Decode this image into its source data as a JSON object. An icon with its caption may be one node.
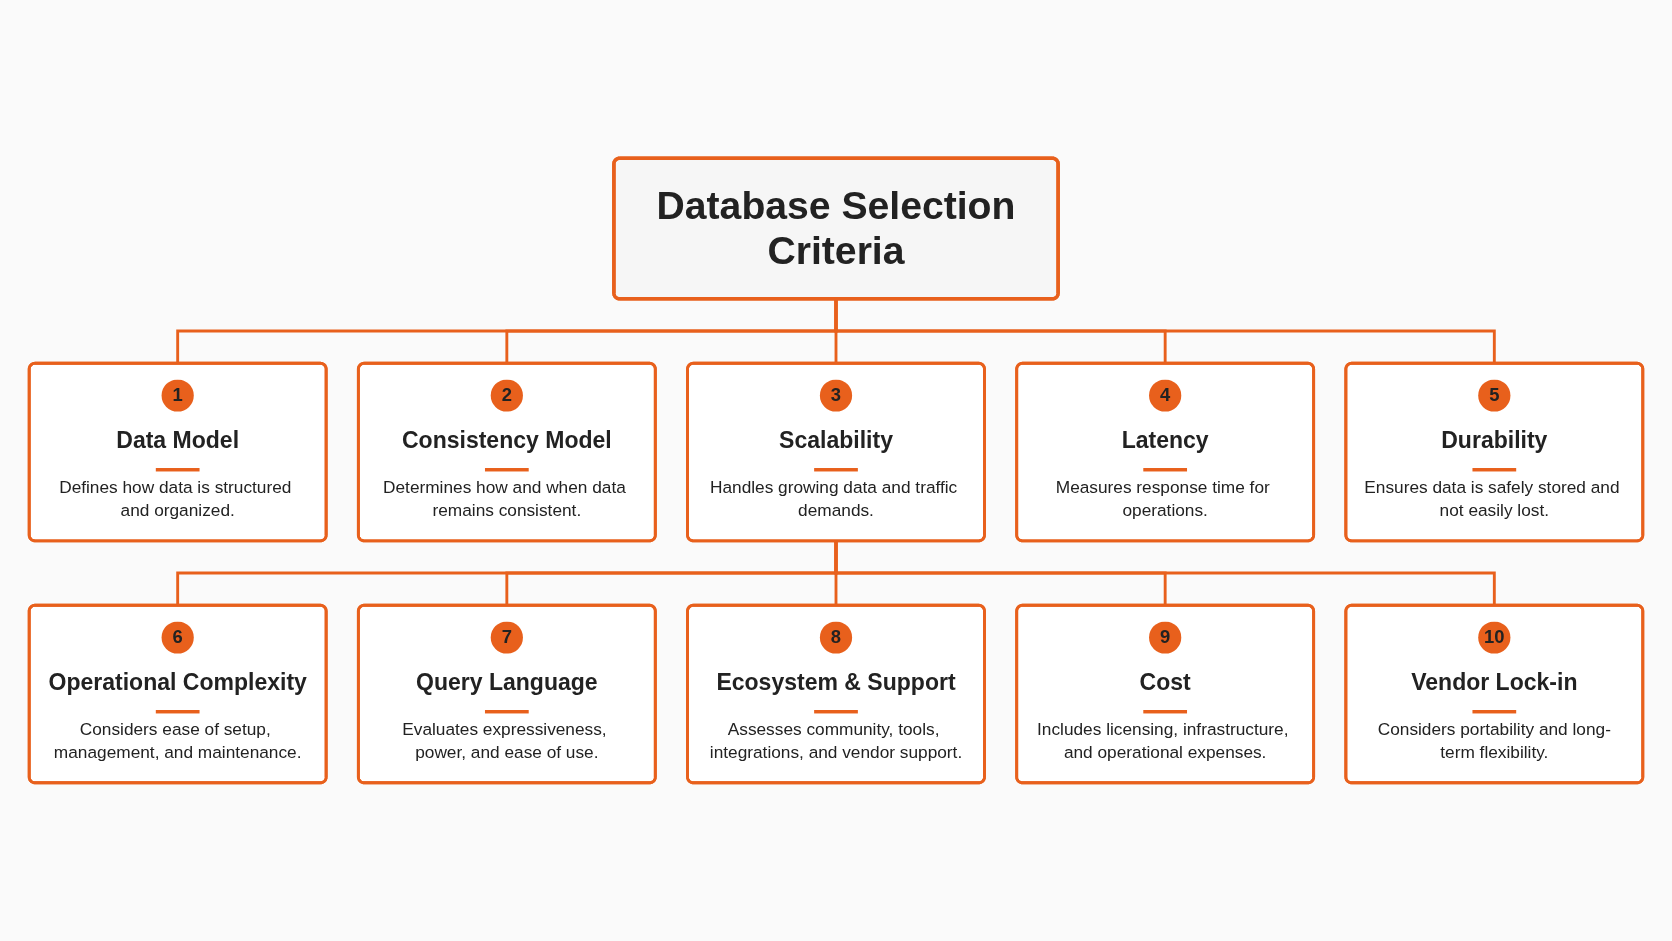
{
  "diagram": {
    "nodes": [
      {
        "text": [
          "Database Selection Criteria"
        ]
      },
      {
        "text": [
          "1",
          "Data Model",
          "Defines how data is structured and organized."
        ]
      },
      {
        "text": [
          "2",
          "Consistency Model",
          "Determines how and when data remains consistent."
        ]
      },
      {
        "text": [
          "3",
          "Scalability",
          "Handles growing data and traffic demands."
        ]
      },
      {
        "text": [
          "4",
          "Latency",
          "Measures response time for operations."
        ]
      },
      {
        "text": [
          "5",
          "Durability",
          "Ensures data is safely stored and not easily lost."
        ]
      },
      {
        "text": [
          "6",
          "Operational Complexity",
          "Considers ease of setup, management, and maintenance."
        ]
      },
      {
        "text": [
          "7",
          "Query Language",
          "Evaluates expressiveness, power, and ease of use."
        ]
      },
      {
        "text": [
          "8",
          "Ecosystem & Support",
          "Assesses community, tools, integrations, and vendor support."
        ]
      },
      {
        "text": [
          "9",
          "Cost",
          "Includes licensing, infrastructure, and operational expenses."
        ]
      },
      {
        "text": [
          "10",
          "Vendor Lock-in",
          "Considers portability and long-term flexibility."
        ]
      }
    ],
    "edges": [
      {
        "from": 0,
        "to": 1,
        "arrow": "none"
      },
      {
        "from": 0,
        "to": 2,
        "arrow": "none"
      },
      {
        "from": 0,
        "to": 3,
        "arrow": "none"
      },
      {
        "from": 0,
        "to": 4,
        "arrow": "none"
      },
      {
        "from": 0,
        "to": 5,
        "arrow": "none"
      },
      {
        "from": 3,
        "to": 6,
        "arrow": "none"
      },
      {
        "from": 3,
        "to": 7,
        "arrow": "none"
      },
      {
        "from": 3,
        "to": 8,
        "arrow": "none"
      },
      {
        "from": 3,
        "to": 9,
        "arrow": "none"
      },
      {
        "from": 3,
        "to": 10,
        "arrow": "none"
      }
    ]
  }
}
